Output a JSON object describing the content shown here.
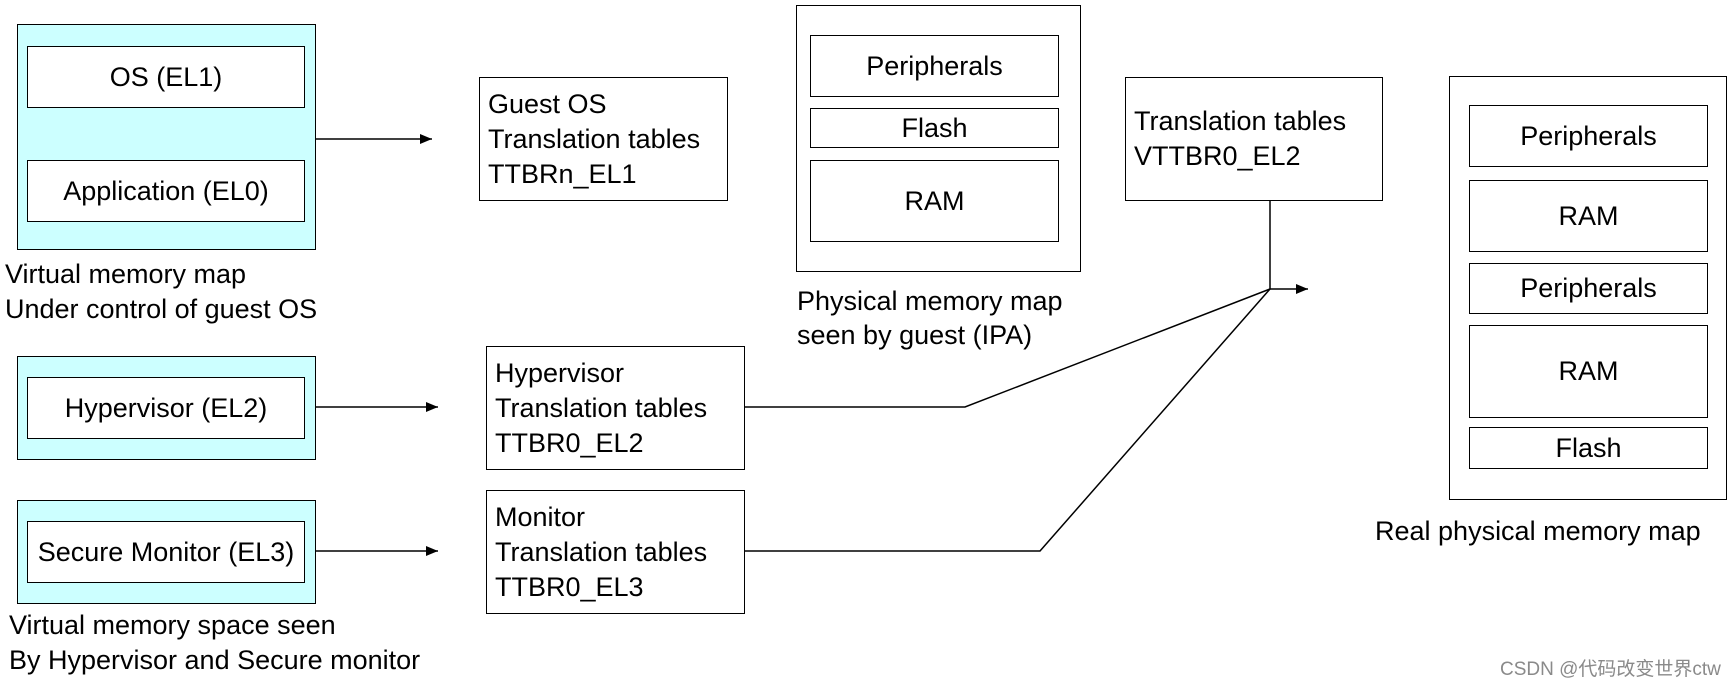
{
  "guest": {
    "os_label": "OS (EL1)",
    "app_label": "Application (EL0)",
    "caption_line1": "Virtual memory map",
    "caption_line2": "Under control of guest OS"
  },
  "guest_tables": {
    "line1": "Guest OS",
    "line2": "Translation tables",
    "line3": "TTBRn_EL1"
  },
  "ipa_map": {
    "peripherals": "Peripherals",
    "flash": "Flash",
    "ram": "RAM",
    "caption_line1": "Physical memory map",
    "caption_line2": "seen by guest (IPA)"
  },
  "stage2_tables": {
    "line1": "Translation tables",
    "line2": "VTTBR0_EL2"
  },
  "real_map": {
    "peripherals1": "Peripherals",
    "ram1": "RAM",
    "peripherals2": "Peripherals",
    "ram2": "RAM",
    "flash": "Flash",
    "caption": "Real physical memory map"
  },
  "hypervisor": {
    "label": "Hypervisor (EL2)"
  },
  "hyp_tables": {
    "line1": "Hypervisor",
    "line2": "Translation tables",
    "line3": "TTBR0_EL2"
  },
  "monitor": {
    "label": "Secure Monitor (EL3)"
  },
  "mon_tables": {
    "line1": "Monitor",
    "line2": "Translation tables",
    "line3": "TTBR0_EL3"
  },
  "bottom_caption": {
    "line1": "Virtual memory space seen",
    "line2": "By Hypervisor and Secure monitor"
  },
  "watermark": "CSDN @代码改变世界ctw",
  "colors": {
    "el_container_fill": "#ccffff",
    "line": "#000000",
    "watermark": "#8a8a8a"
  }
}
